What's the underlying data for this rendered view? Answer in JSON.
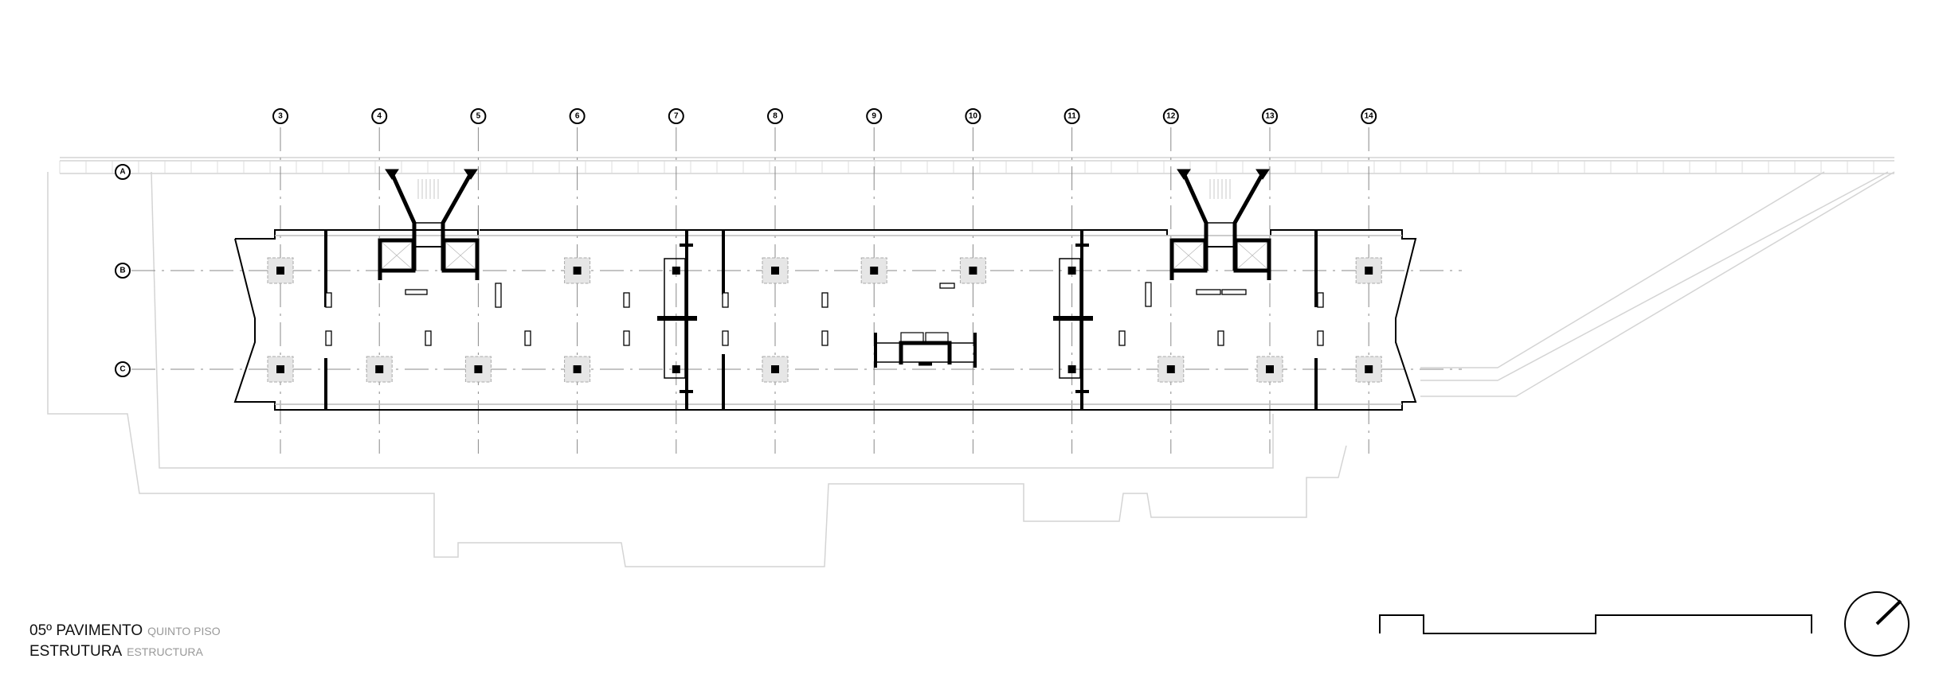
{
  "drawing": {
    "title": "05º PAVIMENTO",
    "title_sub": "QUINTO PISO",
    "subtitle": "ESTRUTURA",
    "subtitle_sub": "ESTRUCTURA"
  },
  "grid": {
    "columns": [
      "3",
      "4",
      "5",
      "6",
      "7",
      "8",
      "9",
      "10",
      "11",
      "12",
      "13",
      "14"
    ],
    "rows": [
      "A",
      "B",
      "C"
    ]
  },
  "colors": {
    "wall": "#000000",
    "pad": "#e6e6e6",
    "context": "#cfcfcf",
    "gridline": "#777777"
  }
}
